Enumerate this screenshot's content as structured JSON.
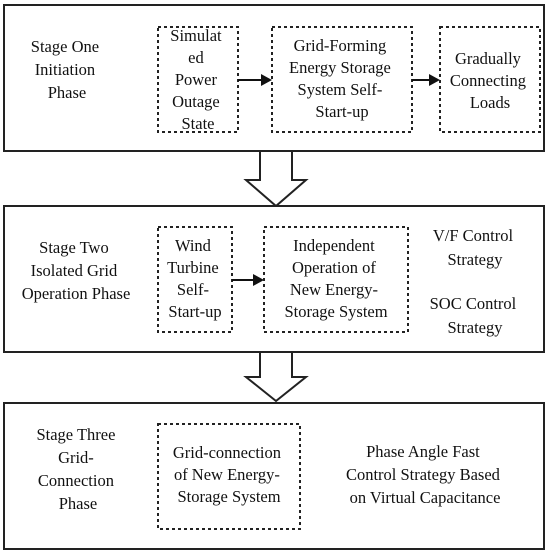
{
  "stage1": {
    "label": [
      "Stage One",
      "Initiation",
      "Phase"
    ],
    "box_a": [
      "Simulat",
      "ed",
      "Power",
      "Outage",
      "State"
    ],
    "box_b": [
      "Grid-Forming",
      "Energy Storage",
      "System Self-",
      "Start-up"
    ],
    "box_c": [
      "Gradually",
      "Connecting",
      "Loads"
    ]
  },
  "stage2": {
    "label": [
      "Stage Two",
      "Isolated Grid",
      "Operation Phase"
    ],
    "box_a": [
      "Wind",
      "Turbine",
      "Self-",
      "Start-up"
    ],
    "box_b": [
      "Independent",
      "Operation of",
      "New Energy-",
      "Storage System"
    ],
    "strategy_1": [
      "V/F Control",
      "Strategy"
    ],
    "strategy_2": [
      "SOC Control",
      "Strategy"
    ]
  },
  "stage3": {
    "label": [
      "Stage Three",
      "Grid-",
      "Connection",
      "Phase"
    ],
    "box_a": [
      "Grid-connection",
      "of New Energy-",
      "Storage System"
    ],
    "strategy": [
      "Phase Angle Fast",
      "Control Strategy Based",
      "on Virtual Capacitance"
    ]
  }
}
